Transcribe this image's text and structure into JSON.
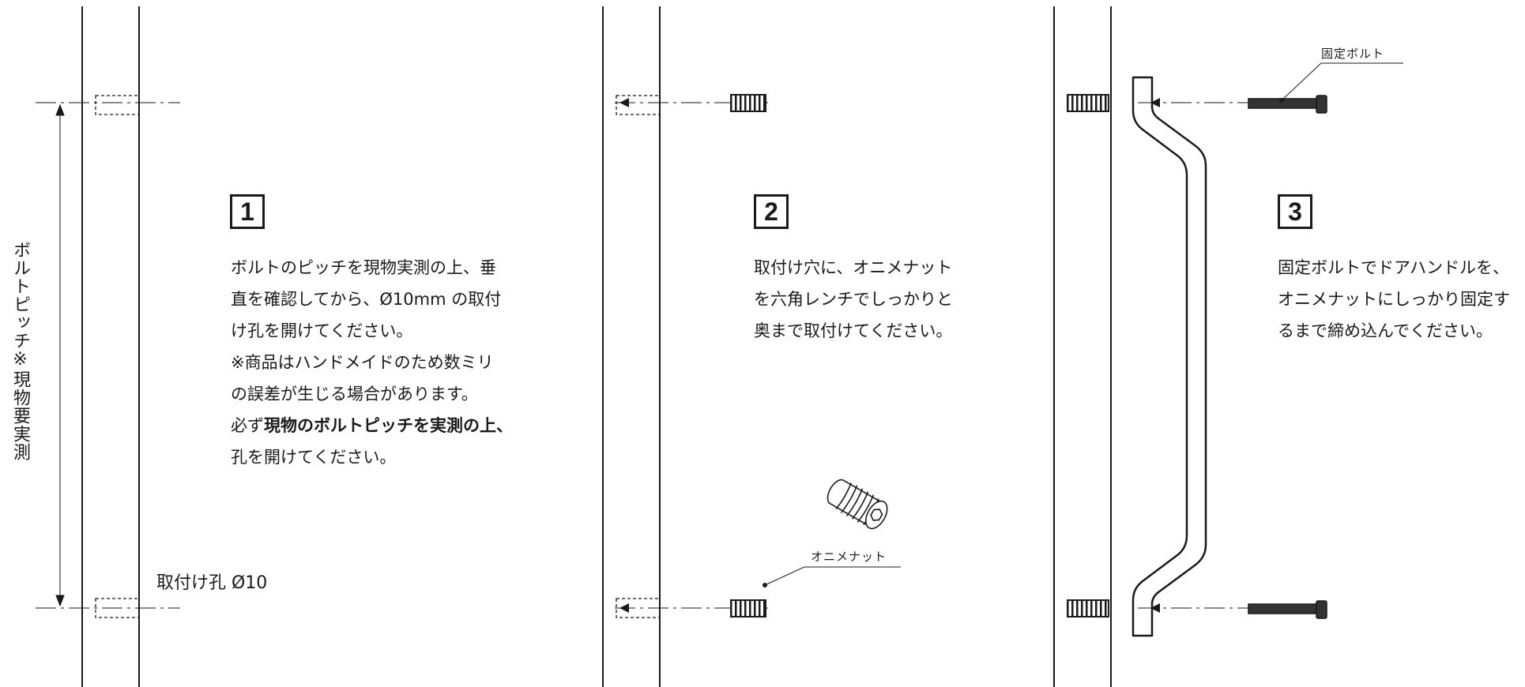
{
  "bolt_pitch_label": "ボルトピッチ※現物要実測",
  "hole_label": "取付け孔 Ø10",
  "steps": [
    {
      "number": "1",
      "lines": [
        "ボルトのピッチを現物実測の上、垂",
        "直を確認してから、Ø10mm の取付",
        "け孔を開けてください。",
        "※商品はハンドメイドのため数ミリ",
        "の誤差が生じる場合があります。"
      ],
      "line6_prefix": "必ず",
      "line6_bold": "現物のボルトピッチを実測の上、",
      "line7": "孔を開けてください。"
    },
    {
      "number": "2",
      "lines": [
        "取付け穴に、オニメナット",
        "を六角レンチでしっかりと",
        "奥まで取付けてください。"
      ]
    },
    {
      "number": "3",
      "lines": [
        "固定ボルトでドアハンドルを、",
        "オニメナットにしっかり固定す",
        "るまで締め込んでください。"
      ]
    }
  ],
  "callouts": {
    "oni_nut": "オニメナット",
    "fixing_bolt": "固定ボルト"
  },
  "colors": {
    "line": "#1a1a1a",
    "background": "#ffffff",
    "bolt_fill": "#333333"
  }
}
